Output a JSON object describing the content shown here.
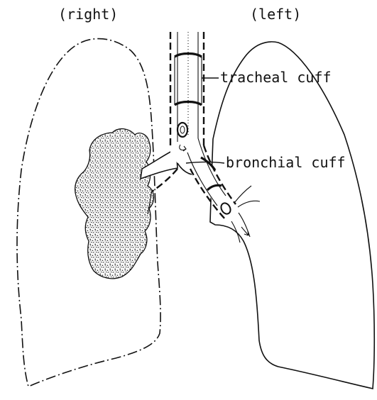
{
  "labels": {
    "right_lung": "(right)",
    "left_lung": "(left)",
    "tracheal_cuff": "tracheal cuff",
    "bronchial_cuff": "bronchial cuff"
  }
}
